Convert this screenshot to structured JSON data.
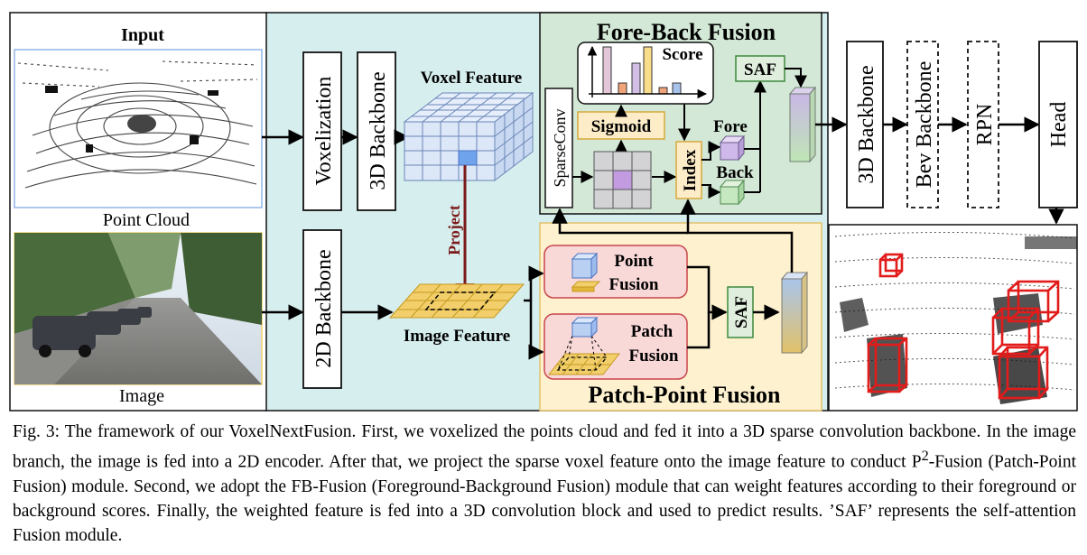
{
  "input_panel": {
    "title": "Input",
    "point_cloud_label": "Point Cloud",
    "image_label": "Image"
  },
  "lidar_branch": {
    "voxelization": "Voxelization",
    "backbone_3d": "3D Backbone",
    "voxel_feature": "Voxel Feature"
  },
  "image_branch": {
    "backbone_2d": "2D Backbone",
    "image_feature": "Image Feature",
    "project": "Project"
  },
  "fore_back_fusion": {
    "title": "Fore-Back Fusion",
    "score": "Score",
    "sigmoid": "Sigmoid",
    "sparseconv": "SparseConv",
    "index": "Index",
    "fore": "Fore",
    "back": "Back",
    "saf": "SAF"
  },
  "patch_point_fusion": {
    "title": "Patch-Point Fusion",
    "point_fusion_line1": "Point",
    "point_fusion_line2": "Fusion",
    "patch_fusion_line1": "Patch",
    "patch_fusion_line2": "Fusion",
    "saf": "SAF"
  },
  "pipeline": {
    "backbone_3d": "3D Backbone",
    "bev_backbone": "Bev Backbone",
    "rpn": "RPN",
    "head": "Head"
  },
  "caption": {
    "fig_label": "Fig. 3:",
    "before_sup": "The framework of our VoxelNextFusion. First, we voxelized the points cloud and fed it into a 3D sparse convolution backbone. In the image branch, the image is fed into a 2D encoder. After that, we project the sparse voxel feature onto the image feature to conduct P",
    "sup": "2",
    "after_sup": "-Fusion (Patch-Point Fusion) module. Second, we adopt the FB-Fusion (Foreground-Background Fusion) module that can weight features according to their foreground or background scores. Finally, the weighted feature is fed into a 3D convolution block and used to predict results. ’SAF’ represents the self-attention Fusion module."
  },
  "colors": {
    "main_panel": "#d7eeee",
    "fore_back_panel": "#d3e8d6",
    "patch_point_panel": "#fdf1cf",
    "fusion_box_fill": "#f9d8d8",
    "fusion_box_stroke": "#c8464a",
    "voxel_blue": "#d6e4f8",
    "grid_yellow": "#f2cf6a",
    "saf_fill": "#dfeedd",
    "sigmoid_fill": "#fdecc8",
    "project_arrow": "#7a1a1a",
    "bbox_red": "#e21b1b"
  }
}
